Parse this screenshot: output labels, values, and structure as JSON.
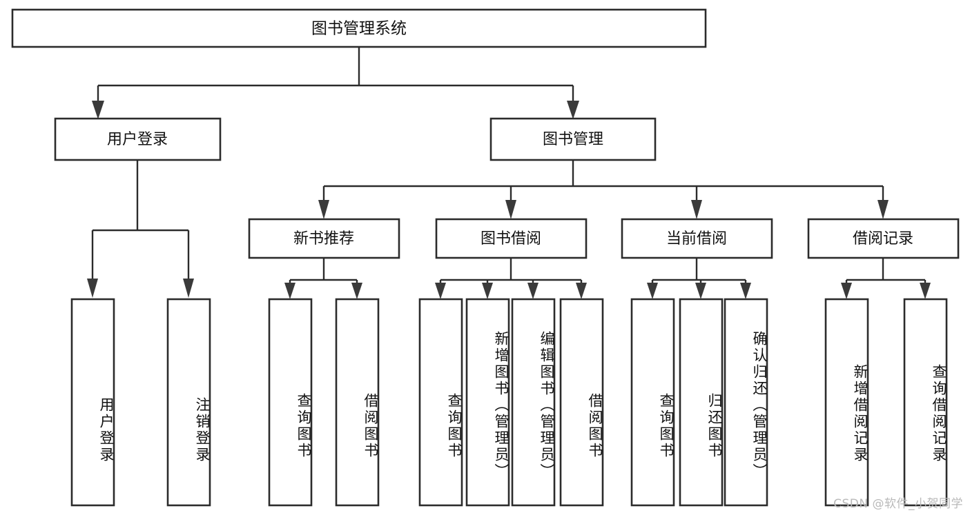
{
  "diagram": {
    "title": "图书管理系统",
    "type": "tree",
    "orientation": "top-down",
    "colors": {
      "box_fill": "#ffffff",
      "box_stroke": "#2b2b2b",
      "connector": "#2b2b2b",
      "text": "#111111",
      "watermark": "#b9b9b9",
      "background": "#ffffff"
    },
    "root": {
      "label": "图书管理系统"
    },
    "level2": [
      {
        "label": "用户登录"
      },
      {
        "label": "图书管理"
      }
    ],
    "level3": [
      {
        "label": "新书推荐"
      },
      {
        "label": "图书借阅"
      },
      {
        "label": "当前借阅"
      },
      {
        "label": "借阅记录"
      }
    ],
    "leaves": {
      "user_login": [
        {
          "label": "用户登录"
        },
        {
          "label": "注销登录"
        }
      ],
      "new_book_recommend": [
        {
          "label": "查询图书"
        },
        {
          "label": "借阅图书"
        }
      ],
      "book_borrow": [
        {
          "label": "查询图书"
        },
        {
          "label": "新增图书（管理员）"
        },
        {
          "label": "编辑图书（管理员）"
        },
        {
          "label": "借阅图书"
        }
      ],
      "current_borrow": [
        {
          "label": "查询图书"
        },
        {
          "label": "归还图书"
        },
        {
          "label": "确认归还（管理员）"
        }
      ],
      "borrow_record": [
        {
          "label": "新增借阅记录"
        },
        {
          "label": "查询借阅记录"
        }
      ]
    },
    "watermark": "CSDN @软件_小贺同学"
  }
}
